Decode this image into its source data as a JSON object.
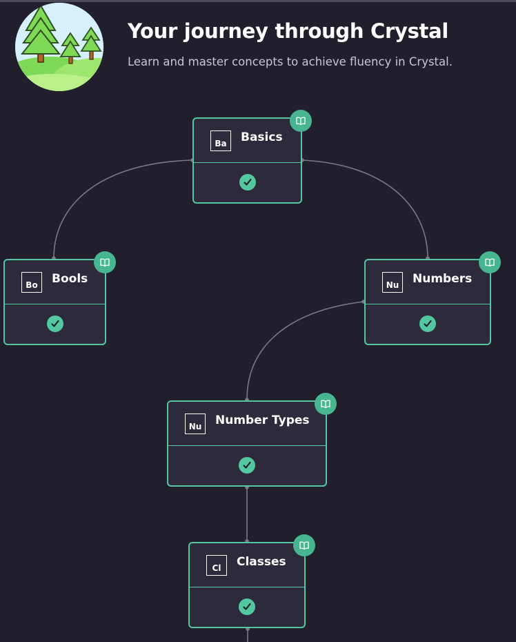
{
  "header": {
    "title": "Your journey through Crystal",
    "subtitle": "Learn and master concepts to achieve fluency in Crystal.",
    "logo_icon": "forest-hills-icon"
  },
  "colors": {
    "background": "#211f2c",
    "node_background": "#2d2a3c",
    "accent": "#52c7a0",
    "edge": "#7a7882"
  },
  "concepts": [
    {
      "id": "basics",
      "abbr": "Ba",
      "title": "Basics",
      "status": "completed",
      "status_icon": "check-circle-icon",
      "learn_icon": "book-icon"
    },
    {
      "id": "bools",
      "abbr": "Bo",
      "title": "Bools",
      "status": "completed",
      "status_icon": "check-circle-icon",
      "learn_icon": "book-icon"
    },
    {
      "id": "numbers",
      "abbr": "Nu",
      "title": "Numbers",
      "status": "completed",
      "status_icon": "check-circle-icon",
      "learn_icon": "book-icon"
    },
    {
      "id": "number-types",
      "abbr": "Nu",
      "title": "Number Types",
      "status": "completed",
      "status_icon": "check-circle-icon",
      "learn_icon": "book-icon"
    },
    {
      "id": "classes",
      "abbr": "Cl",
      "title": "Classes",
      "status": "completed",
      "status_icon": "check-circle-icon",
      "learn_icon": "book-icon"
    }
  ]
}
